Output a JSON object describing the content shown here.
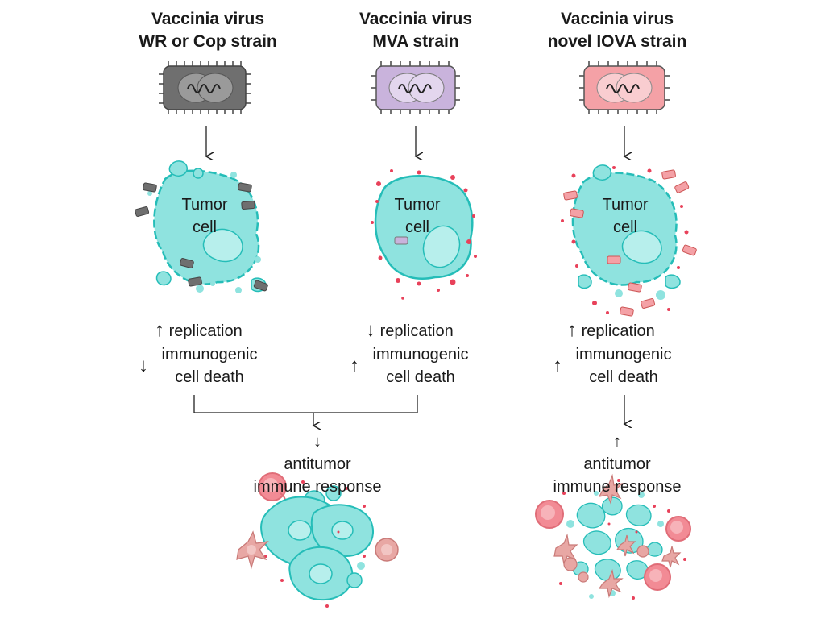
{
  "columns": [
    {
      "title_line1": "Vaccinia virus",
      "title_line2": "WR or Cop strain",
      "virus_color": "#6f6f6f",
      "cell_label_line1": "Tumor",
      "cell_label_line2": "cell",
      "replication_arrow": "↑",
      "replication_label": "replication",
      "icd_arrow": "↓",
      "icd_line1": "immunogenic",
      "icd_line2": "cell death"
    },
    {
      "title_line1": "Vaccinia virus",
      "title_line2": "MVA strain",
      "virus_color": "#c9b3dc",
      "cell_label_line1": "Tumor",
      "cell_label_line2": "cell",
      "replication_arrow": "↓",
      "replication_label": "replication",
      "icd_arrow": "↑",
      "icd_line1": "immunogenic",
      "icd_line2": "cell death"
    },
    {
      "title_line1": "Vaccinia virus",
      "title_line2": "novel IOVA strain",
      "virus_color": "#f4a1a6",
      "cell_label_line1": "Tumor",
      "cell_label_line2": "cell",
      "replication_arrow": "↑",
      "replication_label": "replication",
      "icd_arrow": "↑",
      "icd_line1": "immunogenic",
      "icd_line2": "cell death"
    }
  ],
  "outcomes": [
    {
      "arrow": "↓",
      "line1": "antitumor",
      "line2": "immune response"
    },
    {
      "arrow": "↑",
      "line1": "antitumor",
      "line2": "immune response"
    }
  ],
  "colors": {
    "tumor_fill": "#8fe3df",
    "tumor_stroke": "#25bdb8",
    "virus_grey": "#6f6f6f",
    "virus_purple": "#c9b3dc",
    "virus_pink": "#f4a1a6",
    "immune_pink": "#f28b95",
    "dc_pink": "#e8a7a4",
    "red_dot": "#e8415a"
  }
}
